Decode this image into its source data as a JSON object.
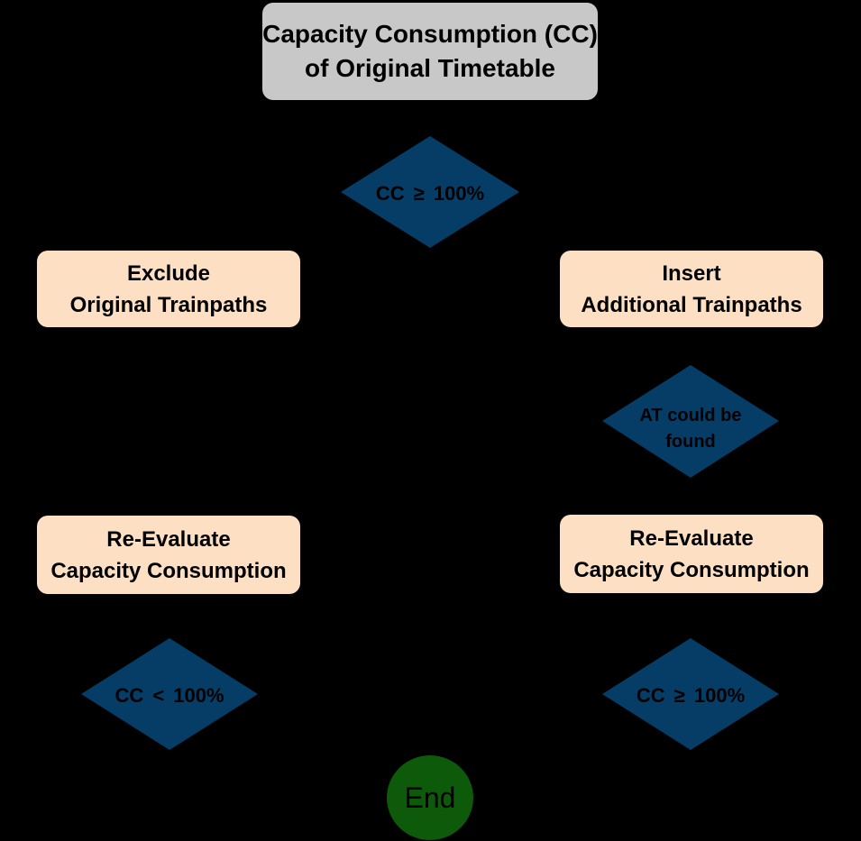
{
  "colors": {
    "background": "#000000",
    "start_box": "#c8c8c8",
    "action_box": "#fde0c4",
    "decision": "#053d66",
    "end_node": "#0d5a0b"
  },
  "start": {
    "line1": "Capacity Consumption (CC)",
    "line2": "of Original Timetable"
  },
  "decisions": {
    "top": "CC  ≥  100%",
    "at_found_line1": "AT could be",
    "at_found_line2": "found",
    "left_bottom": "CC  <  100%",
    "right_bottom": "CC  ≥  100%"
  },
  "actions": {
    "exclude_line1": "Exclude",
    "exclude_line2": "Original Trainpaths",
    "insert_line1": "Insert",
    "insert_line2": "Additional Trainpaths",
    "reeval_left_line1": "Re-Evaluate",
    "reeval_left_line2": "Capacity Consumption",
    "reeval_right_line1": "Re-Evaluate",
    "reeval_right_line2": "Capacity Consumption"
  },
  "end": {
    "label": "End"
  }
}
